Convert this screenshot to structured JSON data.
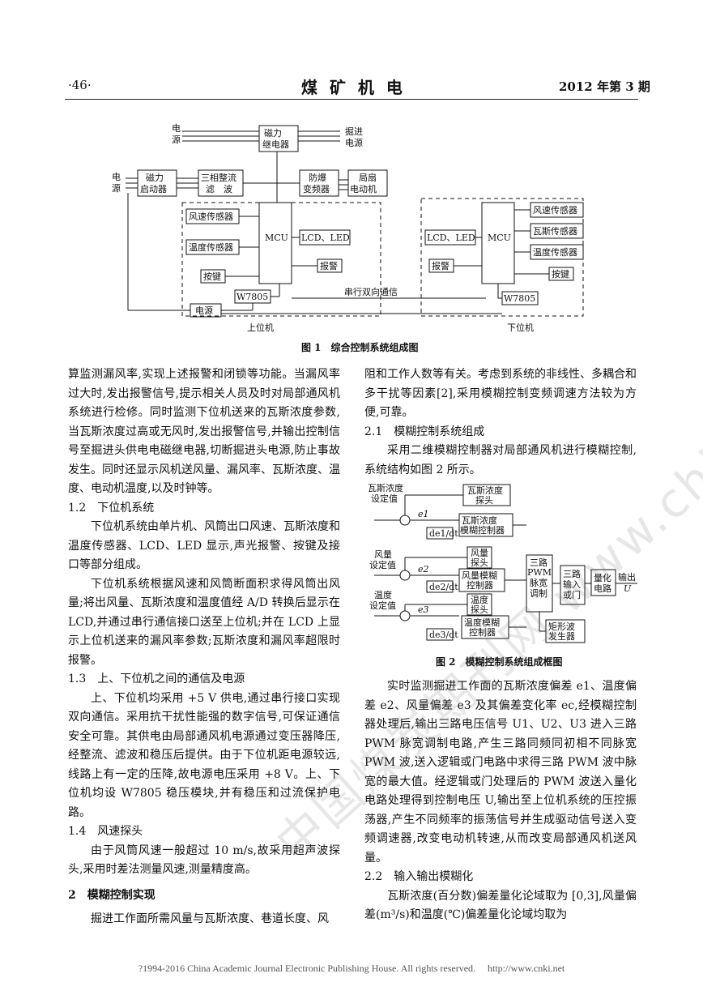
{
  "header": {
    "page_no": "·46·",
    "journal": "煤 矿 机 电",
    "issue": "2012 年第 3 期"
  },
  "fig1": {
    "caption": "图 1　综合控制系统组成图",
    "power_top": "电\n源",
    "power_left": "电\n源",
    "relay": "磁力\n继电器",
    "out_power": "掘进\n电源",
    "starter": "磁力\n启动器",
    "rectifier": "三相整流\n滤　波",
    "inverter": "防爆\n变频器",
    "fan_motor": "局扇\n电动机",
    "wind_sensor": "风速传感器",
    "temp_sensor": "温度传感器",
    "gas_sensor": "瓦斯传感器",
    "mcu": "MCU",
    "lcd_led": "LCD、LED",
    "alarm": "报警",
    "key": "按键",
    "w7805": "W7805",
    "power_box": "电源",
    "serial": "串行双向通信",
    "upper": "上位机",
    "lower": "下位机"
  },
  "fig2": {
    "caption": "图 2　模糊控制系统组成框图",
    "gas_set": "瓦斯浓度\n设定值",
    "wind_set": "风量\n设定值",
    "temp_set": "温度\n设定值",
    "e1": "e1",
    "e2": "e2",
    "e3": "e3",
    "gas_probe": "瓦斯浓度\n探头",
    "gas_ctrl": "瓦斯浓度\n模糊控制器",
    "wind_probe": "风量\n探头",
    "wind_ctrl": "风量模糊\n控制器",
    "temp_probe": "温度\n探头",
    "temp_ctrl": "温度模糊\n控制器",
    "de1": "de1/dt",
    "de2": "de2/dt",
    "de3": "de3/dt",
    "pwm": "三路\nPWM\n脉宽\n调制",
    "or_gate": "三路\n输入\n或门",
    "quant": "量化\n电路",
    "output": "输出\nU",
    "square": "矩形波\n发生器"
  },
  "left_col": [
    {
      "type": "p",
      "text": "算监测漏风率,实现上述报警和闭锁等功能。当漏风率过大时,发出报警信号,提示相关人员及时对局部通风机系统进行检修。同时监测下位机送来的瓦斯浓度参数,当瓦斯浓度过高或无风时,发出报警信号,并输出控制信号至掘进头供电电磁继电器,切断掘进头电源,防止事故发生。同时还显示风机送风量、漏风率、瓦斯浓度、温度、电动机温度,以及时钟等。"
    },
    {
      "type": "h",
      "text": "1.2　下位机系统"
    },
    {
      "type": "pi",
      "text": "下位机系统由单片机、风筒出口风速、瓦斯浓度和温度传感器、LCD、LED 显示,声光报警、按键及接口等部分组成。"
    },
    {
      "type": "pi",
      "text": "下位机系统根据风速和风筒断面积求得风筒出风量;将出风量、瓦斯浓度和温度值经 A/D 转换后显示在 LCD,并通过串行通信接口送至上位机;并在 LCD 上显示上位机送来的漏风率参数;瓦斯浓度和漏风率超限时报警。"
    },
    {
      "type": "h",
      "text": "1.3　上、下位机之间的通信及电源"
    },
    {
      "type": "pi",
      "text": "上、下位机均采用 +5 V 供电,通过串行接口实现双向通信。采用抗干扰性能强的数字信号,可保证通信安全可靠。其供电由局部通风机电源通过变压器降压,经整流、滤波和稳压后提供。由于下位机距电源较远,线路上有一定的压降,故电源电压采用 +8 V。上、下位机均设 W7805 稳压模块,并有稳压和过流保护电路。"
    },
    {
      "type": "h",
      "text": "1.4　风速探头"
    },
    {
      "type": "pi",
      "text": "由于风筒风速一般超过 10 m/s,故采用超声波探头,采用时差法测量风速,测量精度高。"
    },
    {
      "type": "hb",
      "text": "2　模糊控制实现"
    },
    {
      "type": "pi",
      "text": "掘进工作面所需风量与瓦斯浓度、巷道长度、风"
    }
  ],
  "right_top": [
    {
      "type": "p",
      "text": "阻和工作人数等有关。考虑到系统的非线性、多耦合和多干扰等因素[2],采用模糊控制变频调速方法较为方便,可靠。"
    },
    {
      "type": "h",
      "text": "2.1　模糊控制系统组成"
    },
    {
      "type": "pi",
      "text": "采用二维模糊控制器对局部通风机进行模糊控制,系统结构如图 2 所示。"
    }
  ],
  "right_bottom": [
    {
      "type": "pi",
      "text": "实时监测掘进工作面的瓦斯浓度偏差 e1、温度偏差 e2、风量偏差 e3 及其偏差变化率 ec,经模糊控制器处理后,输出三路电压信号 U1、U2、U3 进入三路 PWM 脉宽调制电路,产生三路同频同初相不同脉宽 PWM 波,送入逻辑或门电路中求得三路 PWM 波中脉宽的最大值。经逻辑或门处理后的 PWM 波送入量化电路处理得到控制电压 U,输出至上位机系统的压控振荡器,产生不同频率的振荡信号并生成驱动信号送入变频调速器,改变电动机转速,从而改变局部通风机送风量。"
    },
    {
      "type": "h",
      "text": "2.2　输入输出模糊化"
    },
    {
      "type": "pi",
      "text": "瓦斯浓度(百分数)偏差量化论域取为 [0,3],风量偏差(m³/s)和温度(℃)偏差量化论域均取为"
    }
  ],
  "watermark": "中国煤炭期刊网 www.chinacaj.net",
  "footer": "?1994-2016 China Academic Journal Electronic Publishing House. All rights reserved.　 http://www.cnki.net"
}
